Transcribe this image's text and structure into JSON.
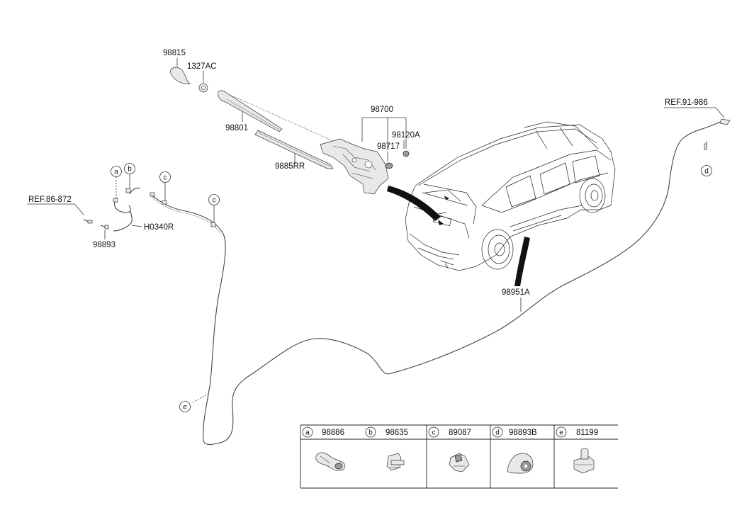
{
  "callouts": {
    "p98815": "98815",
    "p1327AC": "1327AC",
    "p98801": "98801",
    "p9885RR": "9885RR",
    "p98700": "98700",
    "p98120A": "98120A",
    "p98717": "98717",
    "ref86": "REF.86-872",
    "p98893": "98893",
    "h0340R": "H0340R",
    "ref91": "REF.91-986",
    "p98951A": "98951A"
  },
  "circle_labels": {
    "a": "a",
    "b": "b",
    "c1": "c",
    "c2": "c",
    "d": "d",
    "e": "e"
  },
  "legend": {
    "items": [
      {
        "letter": "a",
        "part": "98886"
      },
      {
        "letter": "b",
        "part": "98635"
      },
      {
        "letter": "c",
        "part": "89087"
      },
      {
        "letter": "d",
        "part": "98893B"
      },
      {
        "letter": "e",
        "part": "81199"
      }
    ]
  }
}
